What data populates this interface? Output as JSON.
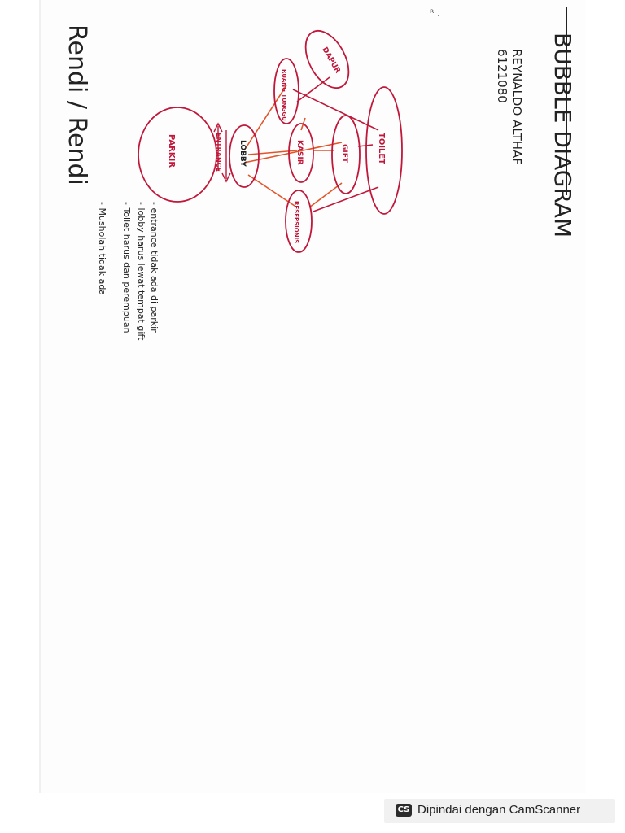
{
  "page": {
    "title": "BUBBLE DIAGRAM",
    "author_name": "REYNALDO ALTHAF",
    "student_id": "6121080",
    "signature_text": "Rendi / Rendi"
  },
  "diagram": {
    "nodes": {
      "parkir": "PARKIR",
      "lobby": "LOBBY",
      "entrance": "ENTRANCE",
      "ruang_tunggu": "RUANG TUNGGU",
      "dapur": "DAPUR",
      "kasir": "KASIR",
      "gift": "GIFT",
      "toilet": "TOILET",
      "resepsionis": "RESEPSIONIS"
    },
    "colors": {
      "red_ink": "#c0183a",
      "orange_ink": "#e2552a",
      "dark_ink": "#222222"
    }
  },
  "notes": [
    "- entrance tidak ada di parkir",
    "- lobby harus lewat tempat gift",
    "- Toilet harus dan perempuan",
    "- Musholah tidak ada"
  ],
  "footer": {
    "scanner_logo": "CS",
    "scanner_text": "Dipindai dengan CamScanner"
  }
}
